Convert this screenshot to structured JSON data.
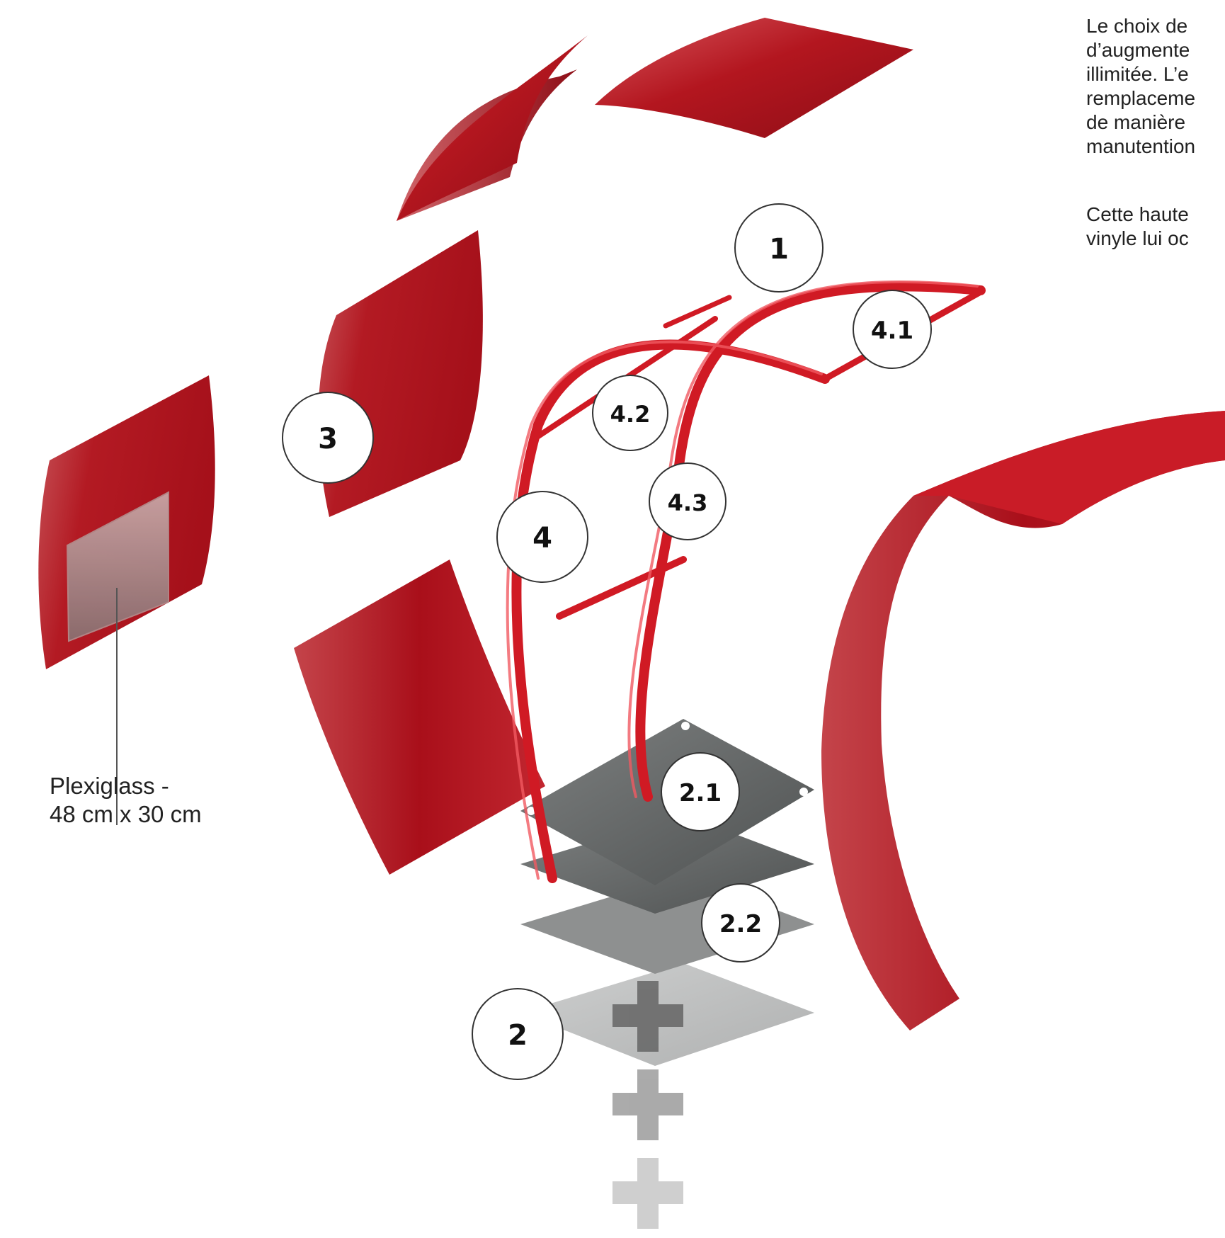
{
  "description_lines": [
    "Le choix de",
    "d’augmente",
    "illimitée. L’e",
    "remplaceme",
    "de manière",
    "manutention"
  ],
  "description_lines_2": [
    "Cette haute",
    "vinyle lui oc"
  ],
  "plexiglass_label": {
    "line1": "Plexiglass -",
    "line2": "48 cm x 30 cm"
  },
  "callouts": {
    "c1": "1",
    "c2": "2",
    "c2_1": "2.1",
    "c2_2": "2.2",
    "c3": "3",
    "c4": "4",
    "c4_1": "4.1",
    "c4_2": "4.2",
    "c4_3": "4.3"
  },
  "colors": {
    "panel_red": "#b5151f",
    "panel_red_light": "#d8414a",
    "panel_red_dark": "#8e0e17",
    "frame_red": "#d01a24",
    "steel": "#6e7070",
    "steel_light": "#a9abab",
    "plus_dark": "#6a6a6a",
    "plus_mid": "#9c9c9c",
    "plus_light": "#cfcfcf"
  }
}
